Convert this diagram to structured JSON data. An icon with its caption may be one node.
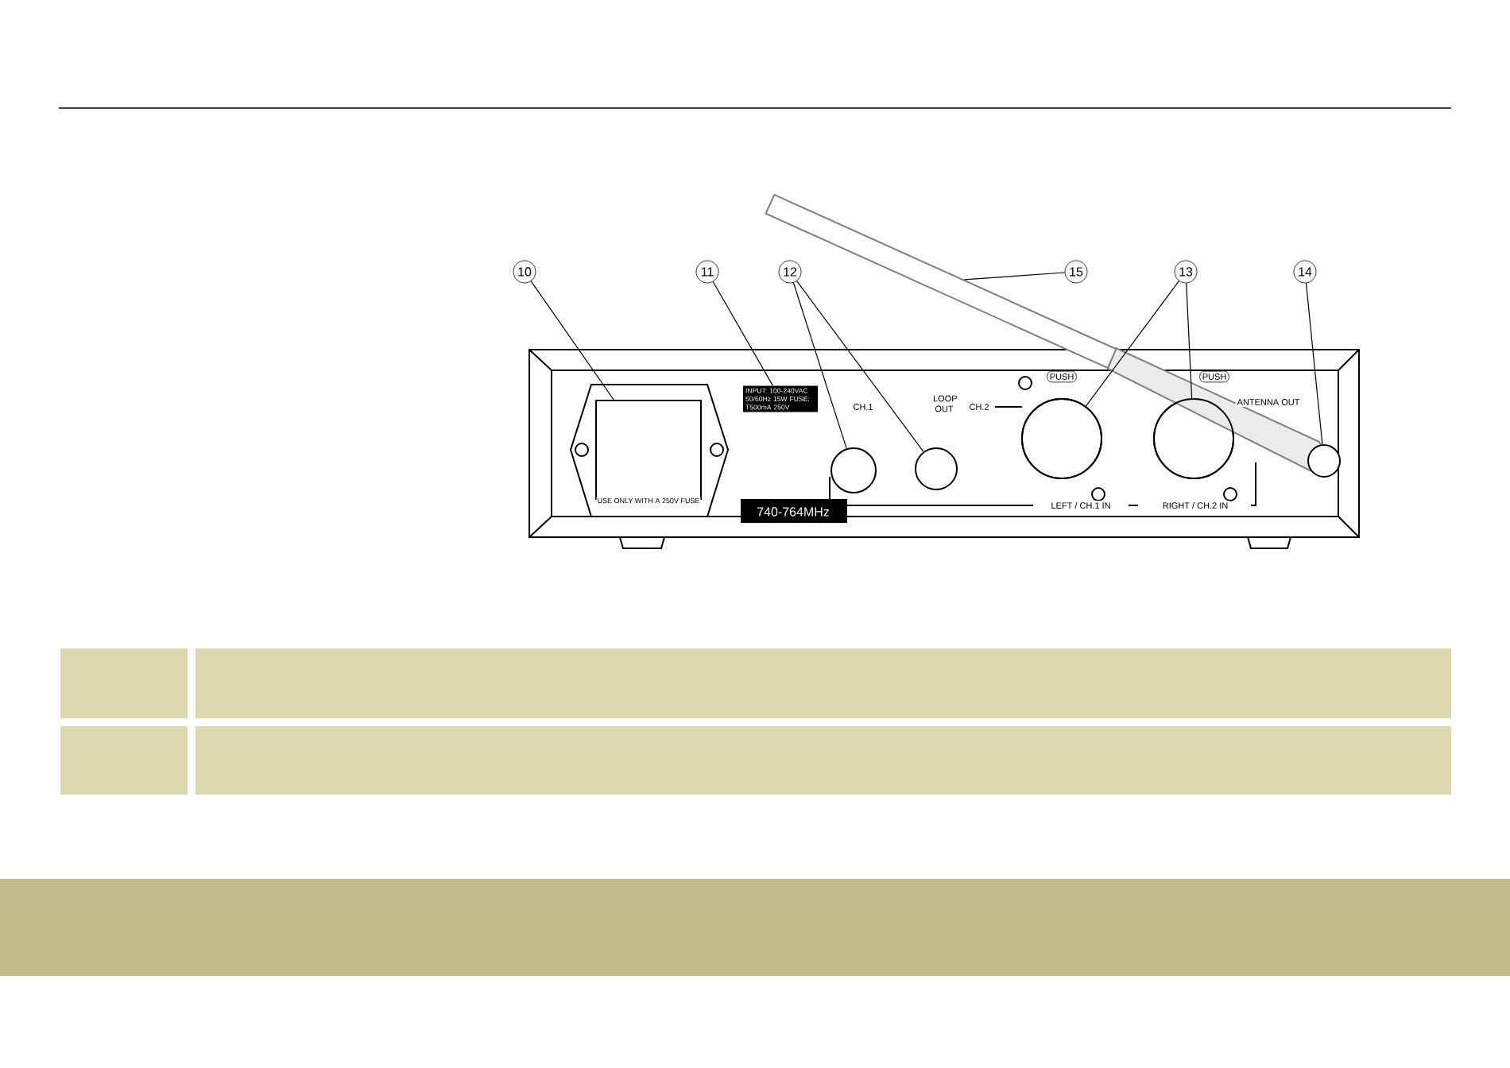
{
  "diagram": {
    "nodes": [
      {
        "text": [
          "10"
        ]
      },
      {
        "text": [
          "11"
        ]
      },
      {
        "text": [
          "12"
        ]
      },
      {
        "text": [
          "15"
        ]
      },
      {
        "text": [
          "13"
        ]
      },
      {
        "text": [
          "14"
        ]
      },
      {
        "text": [],
        "shape": "box"
      },
      {
        "text": [
          "INPUT: 100-240VAC 50/60Hz 15W FUSE: T500mA 250V"
        ]
      },
      {
        "text": [],
        "shape": "circle"
      },
      {
        "text": [],
        "shape": "circle"
      },
      {
        "text": [],
        "shape": "bar"
      },
      {
        "text": [],
        "shape": "circle"
      },
      {
        "text": [],
        "shape": "circle"
      },
      {
        "text": [],
        "shape": "circle"
      }
    ],
    "edges": [
      {
        "from": 0,
        "to": 6,
        "arrow": "none"
      },
      {
        "from": 1,
        "to": 7,
        "arrow": "none"
      },
      {
        "from": 2,
        "to": 8,
        "arrow": "none"
      },
      {
        "from": 2,
        "to": 9,
        "arrow": "none"
      },
      {
        "from": 3,
        "to": 10,
        "arrow": "none"
      },
      {
        "from": 4,
        "to": 11,
        "arrow": "none"
      },
      {
        "from": 4,
        "to": 12,
        "arrow": "none"
      },
      {
        "from": 5,
        "to": 13,
        "arrow": "none"
      }
    ],
    "labels": [
      "PUSH",
      "PUSH",
      "CH.1",
      "LOOP OUT",
      "CH.2",
      "ANTENNA OUT",
      "USE ONLY WITH A 250V FUSE",
      "740-764MHz",
      "LEFT / CH.1 IN",
      "RIGHT / CH.2 IN"
    ]
  }
}
